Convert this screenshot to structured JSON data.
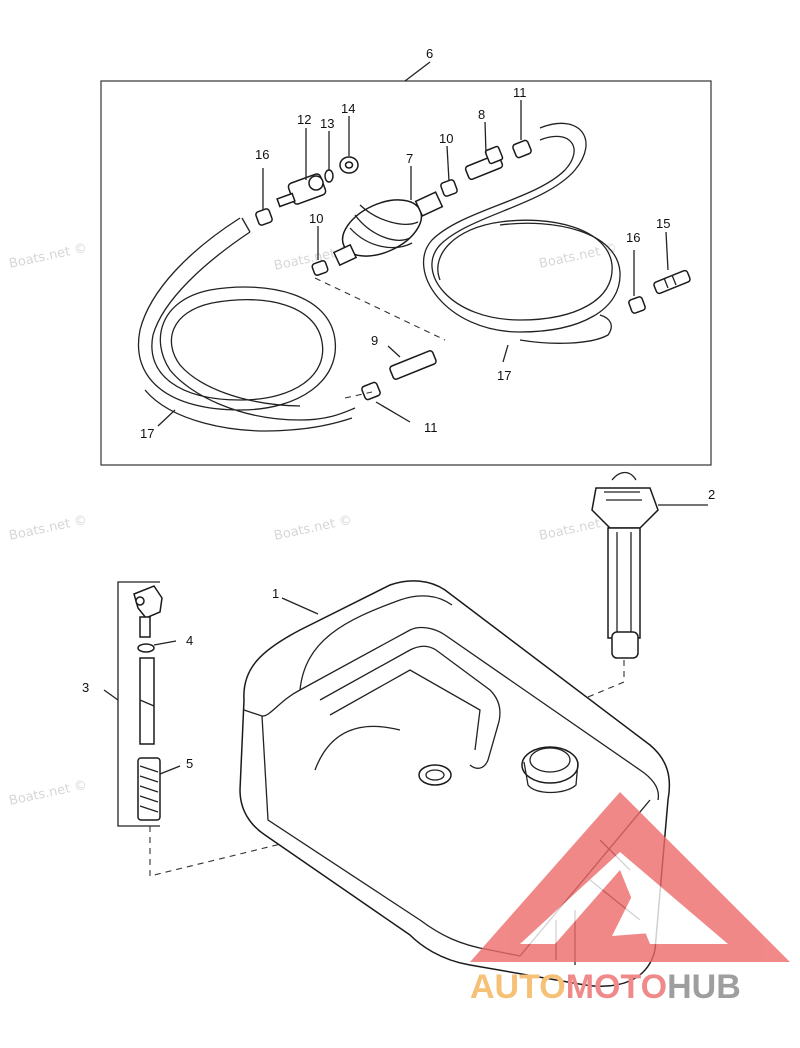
{
  "callouts": {
    "c1": "1",
    "c2": "2",
    "c3": "3",
    "c4": "4",
    "c5": "5",
    "c6": "6",
    "c7": "7",
    "c8": "8",
    "c9": "9",
    "c10a": "10",
    "c10b": "10",
    "c11a": "11",
    "c11b": "11",
    "c12": "12",
    "c13": "13",
    "c14": "14",
    "c15": "15",
    "c16a": "16",
    "c16b": "16",
    "c17a": "17",
    "c17b": "17"
  },
  "watermark": {
    "text": "Boats.net ©"
  },
  "brand": {
    "part1": "AUTO",
    "part2": "MOTO",
    "part3": "HUB",
    "colors": {
      "auto": "#f6c177",
      "moto": "#f08a8a",
      "hub": "#9e9e9e",
      "logo": "#ee6b6b"
    }
  }
}
